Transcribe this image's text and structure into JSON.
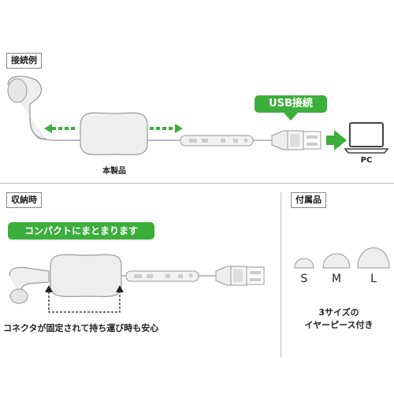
{
  "connection": {
    "section_label": "接続例",
    "usb_label": "USB接続",
    "product_label": "本製品",
    "pc_label": "PC"
  },
  "storage": {
    "section_label": "収納時",
    "compact_label": "コンパクトにまとまります",
    "note": "コネクタが固定されて持ち運び時も安心"
  },
  "accessories": {
    "section_label": "付属品",
    "sizes": [
      "S",
      "M",
      "L"
    ],
    "caption_line1": "3サイズの",
    "caption_line2": "イヤーピース付き"
  },
  "colors": {
    "accent_green": "#3cae3c",
    "line_gray": "#999999"
  }
}
